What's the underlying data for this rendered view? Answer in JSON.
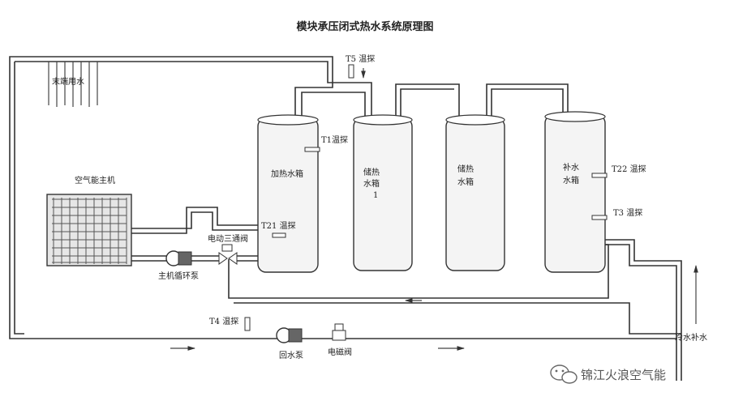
{
  "title": "模块承压闭式热水系统原理图",
  "labels": {
    "end_use": "末端用水",
    "heat_pump": "空气能主机",
    "main_pump": "主机循环泵",
    "three_way_valve": "电动三通阀",
    "heating_tank": "加热水箱",
    "storage_tank_1_line1": "储热",
    "storage_tank_1_line2": "水箱",
    "storage_tank_1_line3": "1",
    "storage_tank_2_line1": "储热",
    "storage_tank_2_line2": "水箱",
    "makeup_tank_line1": "补水",
    "makeup_tank_line2": "水箱",
    "t1": "T1温探",
    "t21": "T21 温探",
    "t22": "T22 温探",
    "t3": "T3 温探",
    "t4": "T4 温探",
    "t5": "T5 温探",
    "return_pump": "回水泵",
    "solenoid_valve": "电磁阀",
    "cold_water_makeup": "冷水补水"
  },
  "watermark": "锦江火浪空气能",
  "icons": {
    "watermark": "wechat-icon"
  }
}
